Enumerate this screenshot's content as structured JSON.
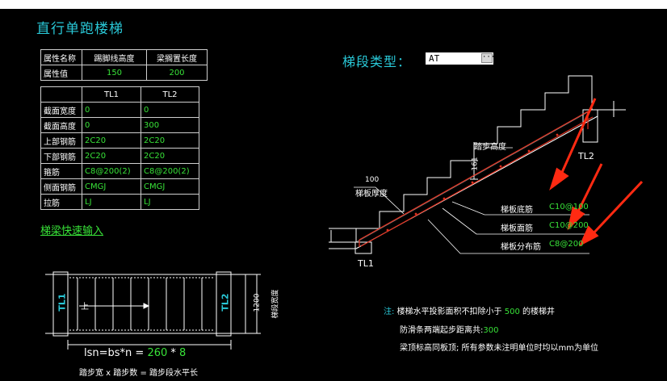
{
  "window": {
    "title": "直行单跑楼梯"
  },
  "props_table": {
    "header": [
      "属性名称",
      "踢脚线高度",
      "梁搁置长度"
    ],
    "row_label": "属性值",
    "values": [
      "150",
      "200"
    ]
  },
  "beam_table": {
    "columns": [
      "",
      "TL1",
      "TL2"
    ],
    "rows": [
      {
        "label": "截面宽度",
        "tl1": "0",
        "tl2": "0"
      },
      {
        "label": "截面高度",
        "tl1": "0",
        "tl2": "300"
      },
      {
        "label": "上部钢筋",
        "tl1": "2C20",
        "tl2": "2C20"
      },
      {
        "label": "下部钢筋",
        "tl1": "2C20",
        "tl2": "2C20"
      },
      {
        "label": "箍筋",
        "tl1": "C8@200(2)",
        "tl2": "C8@200(2)"
      },
      {
        "label": "侧面钢筋",
        "tl1": "CMGJ",
        "tl2": "CMGJ"
      },
      {
        "label": "拉筋",
        "tl1": "LJ",
        "tl2": "LJ"
      }
    ]
  },
  "quick_input": {
    "label": "梯梁快速输入"
  },
  "stair_type": {
    "label": "梯段类型：",
    "value": "AT",
    "button": "···"
  },
  "section": {
    "step_height": "踏步高度",
    "dim_161": "161",
    "dim_100": "100",
    "slab_thickness": "梯板厚度",
    "bottom_bar_label": "梯板底筋",
    "bottom_bar_value": "C10@100",
    "top_bar_label": "梯板面筋",
    "top_bar_value": "C10@200",
    "dist_bar_label": "梯板分布筋",
    "dist_bar_value": "C8@200",
    "tl1": "TL1",
    "tl2": "TL2"
  },
  "plan": {
    "tl1": "TL1",
    "tl2": "TL2",
    "up": "上",
    "width_dim": "1200",
    "width_label": "梯段宽度",
    "formula_prefix": "lsn=bs*n = ",
    "bs": "260",
    "times": " * ",
    "n": "8",
    "caption": "踏步宽 x 踏步数 = 踏步段水平长"
  },
  "notes": {
    "n1_prefix": "注:",
    "n1_text": "楼梯水平投影面积不扣除小于",
    "n1_value": "500",
    "n1_suffix": "的楼梯井",
    "n2_text": "防滑条两端起步距离共:",
    "n2_value": "300",
    "n3_text": "梁顶标高同板顶;  所有参数未注明单位时均以mm为单位"
  },
  "colors": {
    "title": "#29c7d6",
    "value": "#38e238",
    "rebar": "#e0301e",
    "arrow": "#ff2a12"
  }
}
